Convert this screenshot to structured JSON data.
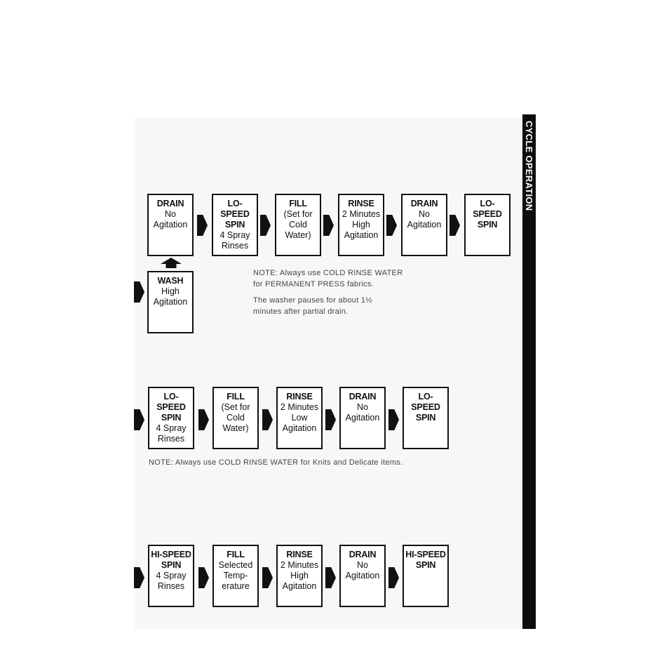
{
  "sidebar": {
    "label": "CYCLE OPERATION"
  },
  "row1": {
    "boxes": [
      {
        "title": "DRAIN",
        "lines": [
          "No",
          "Agitation"
        ]
      },
      {
        "title": "LO-SPEED SPIN",
        "lines": [
          "4 Spray",
          "Rinses"
        ]
      },
      {
        "title": "FILL",
        "lines": [
          "(Set for",
          "Cold",
          "Water)"
        ]
      },
      {
        "title": "RINSE",
        "lines": [
          "2 Minutes",
          "High",
          "Agitation"
        ]
      },
      {
        "title": "DRAIN",
        "lines": [
          "No",
          "Agitation"
        ]
      },
      {
        "title": "LO-SPEED SPIN",
        "lines": []
      }
    ],
    "wash": {
      "title": "WASH",
      "lines": [
        "High",
        "Agitation"
      ]
    },
    "notes": [
      "NOTE: Always use COLD RINSE WATER",
      "for PERMANENT PRESS fabrics.",
      "The washer pauses for about 1½",
      "minutes after partial drain."
    ]
  },
  "row2": {
    "boxes": [
      {
        "title": "LO-SPEED SPIN",
        "lines": [
          "4 Spray",
          "Rinses"
        ]
      },
      {
        "title": "FILL",
        "lines": [
          "(Set for",
          "Cold",
          "Water)"
        ]
      },
      {
        "title": "RINSE",
        "lines": [
          "2 Minutes",
          "Low",
          "Agitation"
        ]
      },
      {
        "title": "DRAIN",
        "lines": [
          "No",
          "Agitation"
        ]
      },
      {
        "title": "LO-SPEED SPIN",
        "lines": []
      }
    ],
    "note": "NOTE: Always use COLD RINSE WATER for Knits and Delicate items."
  },
  "row3": {
    "boxes": [
      {
        "title": "HI-SPEED SPIN",
        "lines": [
          "4 Spray",
          "Rinses"
        ]
      },
      {
        "title": "FILL",
        "lines": [
          "Selected",
          "Temp-",
          "erature"
        ]
      },
      {
        "title": "RINSE",
        "lines": [
          "2 Minutes",
          "High",
          "Agitation"
        ]
      },
      {
        "title": "DRAIN",
        "lines": [
          "No",
          "Agitation"
        ]
      },
      {
        "title": "HI-SPEED SPIN",
        "lines": []
      }
    ]
  }
}
